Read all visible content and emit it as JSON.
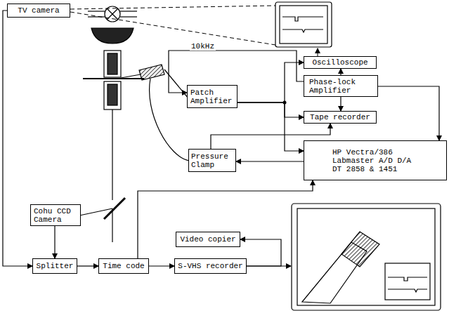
{
  "diagram": {
    "nodes": [
      {
        "text": [
          "TV camera"
        ]
      },
      {
        "text": [
          "Oscilloscope"
        ]
      },
      {
        "text": [
          "Phase-lock Amplifier"
        ]
      },
      {
        "text": [
          "Patch Amplifier"
        ]
      },
      {
        "text": [
          "Tape recorder"
        ]
      },
      {
        "text": [
          "Pressure Clamp"
        ]
      },
      {
        "text": [
          "HP Vectra/386 Labmaster A/D D/A DT 2858 & 1451"
        ]
      },
      {
        "text": [
          "Cohu CCD Camera"
        ]
      },
      {
        "text": [
          "Splitter"
        ]
      },
      {
        "text": [
          "Time code"
        ]
      },
      {
        "text": [
          "Video copier"
        ]
      },
      {
        "text": [
          "S-VHS recorder"
        ]
      }
    ],
    "edges": [
      {
        "from": 0,
        "to": 8,
        "arrow": "to"
      },
      {
        "from": 7,
        "to": 8,
        "arrow": "to"
      },
      {
        "from": 8,
        "to": 9,
        "arrow": "to"
      },
      {
        "from": 9,
        "to": 11,
        "arrow": "to"
      },
      {
        "from": 11,
        "to": 10,
        "arrow": "to"
      },
      {
        "from": 9,
        "to": 6,
        "arrow": "to"
      },
      {
        "from": 2,
        "to": 3,
        "label": "10kHz",
        "arrow": "to"
      },
      {
        "from": 3,
        "to": 1,
        "arrow": "to"
      },
      {
        "from": 3,
        "to": 4,
        "arrow": "to"
      },
      {
        "from": 3,
        "to": 6,
        "arrow": "to"
      },
      {
        "from": 2,
        "to": 1,
        "arrow": "to"
      },
      {
        "from": 2,
        "to": 4,
        "arrow": "to"
      },
      {
        "from": 2,
        "to": 6,
        "arrow": "to"
      },
      {
        "from": 6,
        "to": 5,
        "arrow": "to"
      },
      {
        "from": 5,
        "to": 4,
        "arrow": "to"
      }
    ]
  }
}
